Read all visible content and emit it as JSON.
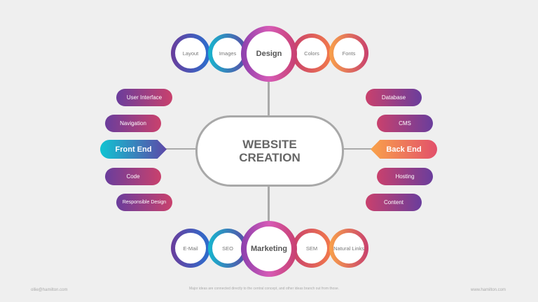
{
  "center": {
    "line1": "WEBSITE",
    "line2": "CREATION"
  },
  "design": {
    "left": [
      "Layout",
      "Images"
    ],
    "main": "Design",
    "right": [
      "Colors",
      "Fonts"
    ]
  },
  "marketing": {
    "left": [
      "E-Mail",
      "SEO"
    ],
    "main": "Marketing",
    "right": [
      "SEM",
      "Natural Links"
    ]
  },
  "front_end": {
    "label": "Front End",
    "items": [
      "User Interface",
      "Navigation",
      "Code",
      "Responsible Design"
    ]
  },
  "back_end": {
    "label": "Back End",
    "items": [
      "Database",
      "CMS",
      "Hosting",
      "Content"
    ]
  },
  "footer": {
    "email": "ollie@hamilton.com",
    "caption": "Major ideas are connected directly to the central concept, and other ideas branch out from those.",
    "website": "www.hamilton.com"
  }
}
